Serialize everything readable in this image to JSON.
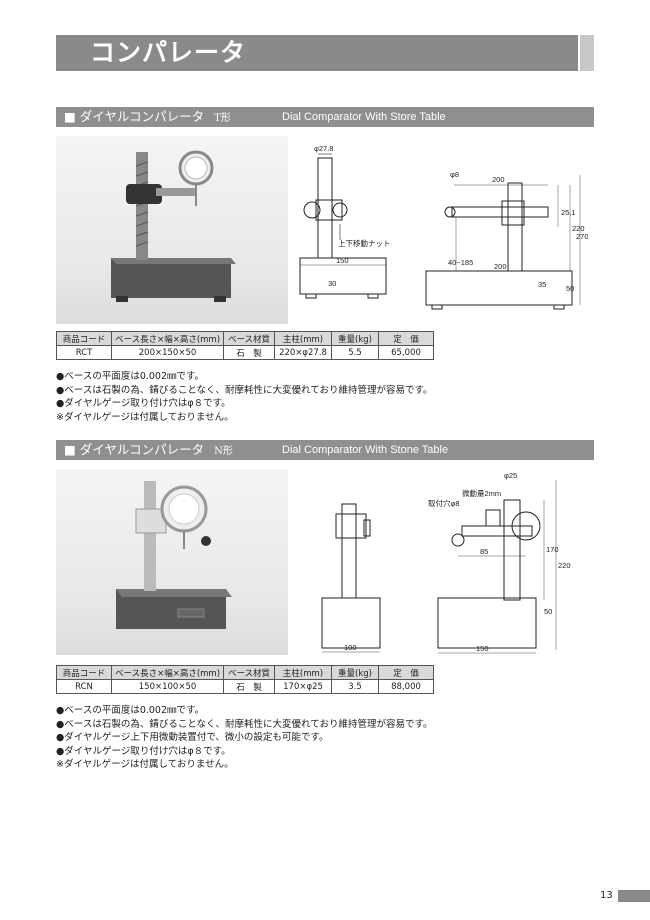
{
  "page": {
    "title": "コンパレータ",
    "page_number": "13"
  },
  "sections": [
    {
      "heading_jp": "■ ダイヤルコンパレータ",
      "kind": "T形",
      "heading_en": "Dial Comparator With Store Table",
      "drawing_labels": {
        "shaft_dia": "φ27.8",
        "nut_label": "上下移動ナット",
        "hole_dia": "φ8",
        "w200": "200",
        "h25_1": "25.1",
        "h220": "220",
        "h270": "270",
        "range": "40~185",
        "w200b": "200",
        "w150": "150",
        "w30": "30",
        "w35": "35",
        "h50": "50"
      },
      "table": {
        "headers": [
          "商品コード",
          "ベース長さ×幅×高さ(mm)",
          "ベース材質",
          "主柱(mm)",
          "重量(kg)",
          "定　価"
        ],
        "row": [
          "RCT",
          "200×150×50",
          "石　製",
          "220×φ27.8",
          "5.5",
          "65,000"
        ]
      },
      "notes": [
        "●ベースの平面度は0.002㎜です。",
        "●ベースは石製の為、錆びることなく、耐摩耗性に大変優れており維持管理が容易です。",
        "●ダイヤルゲージ取り付け穴はφ８です。",
        "※ダイヤルゲージは付属しておりません。"
      ]
    },
    {
      "heading_jp": "■ ダイヤルコンパレータ",
      "kind": "N形",
      "heading_en": "Dial Comparator With Stone Table",
      "drawing_labels": {
        "shaft_dia": "φ25",
        "fine": "微動量2mm",
        "hole": "取付穴φ8",
        "w85": "85",
        "h170": "170",
        "h220": "220",
        "h50": "50",
        "w100": "100",
        "w150": "150"
      },
      "table": {
        "headers": [
          "商品コード",
          "ベース長さ×幅×高さ(mm)",
          "ベース材質",
          "主柱(mm)",
          "重量(kg)",
          "定　価"
        ],
        "row": [
          "RCN",
          "150×100×50",
          "石　製",
          "170×φ25",
          "3.5",
          "88,000"
        ]
      },
      "notes": [
        "●ベースの平面度は0.002㎜です。",
        "●ベースは石製の為、錆びることなく、耐摩耗性に大変優れており維持管理が容易です。",
        "●ダイヤルゲージ上下用微動装置付で、微小の設定も可能です。",
        "●ダイヤルゲージ取り付け穴はφ８です。",
        "※ダイヤルゲージは付属しておりません。"
      ]
    }
  ]
}
